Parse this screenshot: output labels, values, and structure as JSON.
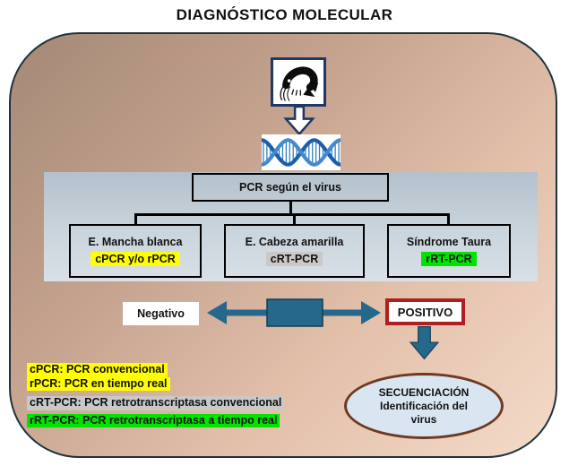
{
  "title": "DIAGNÓSTICO MOLECULAR",
  "colors": {
    "container_border": "#1d333d",
    "navy": "#1f3864",
    "arrow_teal": "#25688c",
    "arrow_teal_dark": "#143c52",
    "positive_border": "#b01f1f",
    "ellipse_fill": "#d9e6f2",
    "ellipse_border": "#6e3a21",
    "highlight_yellow": "#ffff00",
    "highlight_gray": "#c9c9c9",
    "highlight_green": "#00e400",
    "dna_dark": "#1a5fa8",
    "dna_light": "#4489cb"
  },
  "flow": {
    "root_label": "PCR según el virus",
    "branches": [
      {
        "name": "E. Mancha blanca",
        "method": "cPCR y/o rPCR",
        "highlight": "#ffff00"
      },
      {
        "name": "E. Cabeza amarilla",
        "method": "cRT-PCR",
        "highlight": "#c9c9c9"
      },
      {
        "name": "Síndrome Taura",
        "method": "rRT-PCR",
        "highlight": "#00e400"
      }
    ],
    "negative_label": "Negativo",
    "positive_label": "POSITIVO",
    "sequencing_line1": "SECUENCIACIÓN",
    "sequencing_line2": "Identificación del virus"
  },
  "legend": [
    {
      "text": "cPCR: PCR convencional",
      "highlight": "#ffff00"
    },
    {
      "text": "rPCR: PCR en tiempo real",
      "highlight": "#ffff00"
    },
    {
      "text": "cRT-PCR: PCR retrotranscriptasa convencional",
      "highlight": "#c9c9c9"
    },
    {
      "text": "rRT-PCR: PCR retrotranscriptasa a tiempo real",
      "highlight": "#00e400"
    }
  ],
  "icons": {
    "shrimp": "shrimp-icon",
    "dna": "dna-helix-icon",
    "down_arrow_white": "arrow-down-white-icon",
    "double_arrow": "double-arrow-icon",
    "down_arrow_teal": "arrow-down-teal-icon"
  }
}
